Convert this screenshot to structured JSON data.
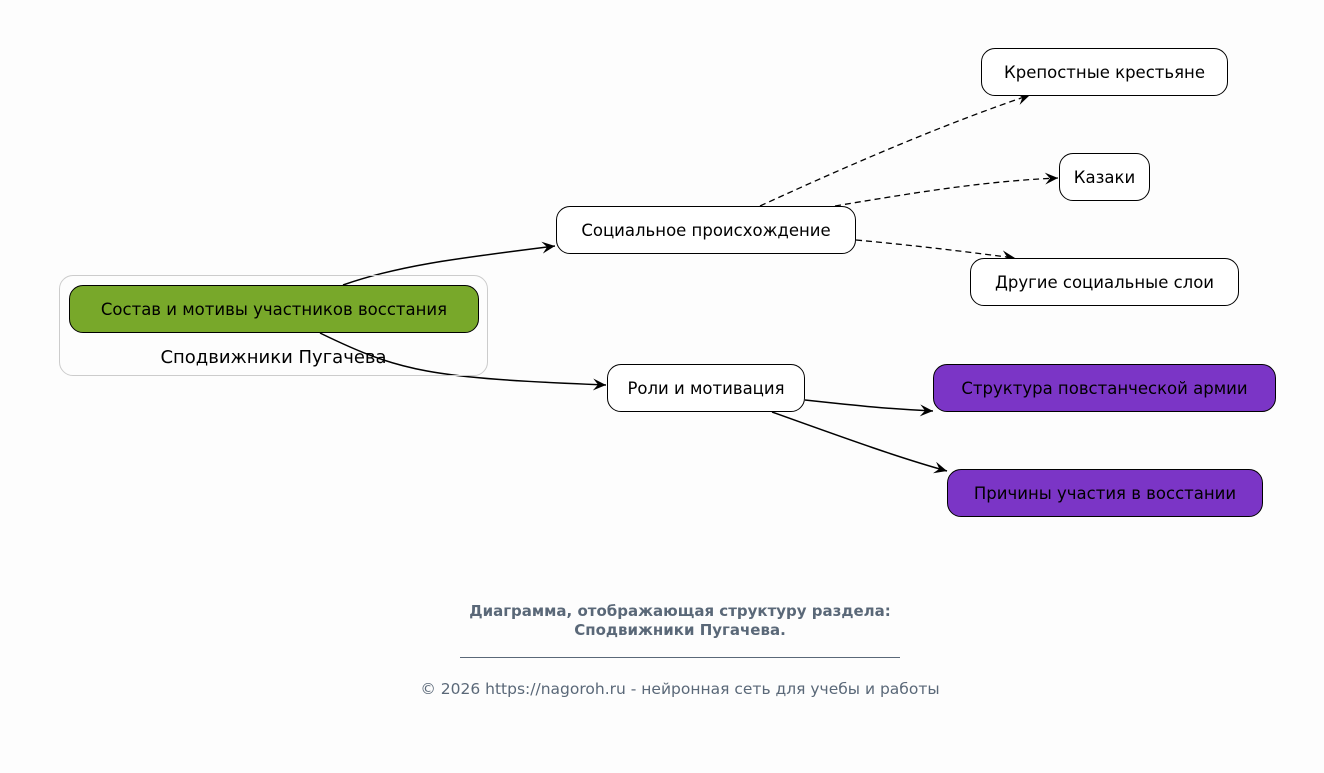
{
  "cluster": {
    "label": "Сподвижники Пугачева"
  },
  "nodes": {
    "root": "Состав и мотивы участников восстания",
    "social": "Социальное происхождение",
    "roles": "Роли и мотивация",
    "serfs": "Крепостные крестьяне",
    "cossacks": "Казаки",
    "other": "Другие социальные слои",
    "army": "Структура повстанческой армии",
    "reasons": "Причины участия в восстании"
  },
  "colors": {
    "root": "#78a82a",
    "highlight": "#7b35c6",
    "caption": "#5a6878"
  },
  "caption": {
    "line1": "Диаграмма, отображающая структуру раздела:",
    "line2": "Сподвижники Пугачева."
  },
  "footer": "© 2026 https://nagoroh.ru - нейронная сеть для учебы и работы"
}
